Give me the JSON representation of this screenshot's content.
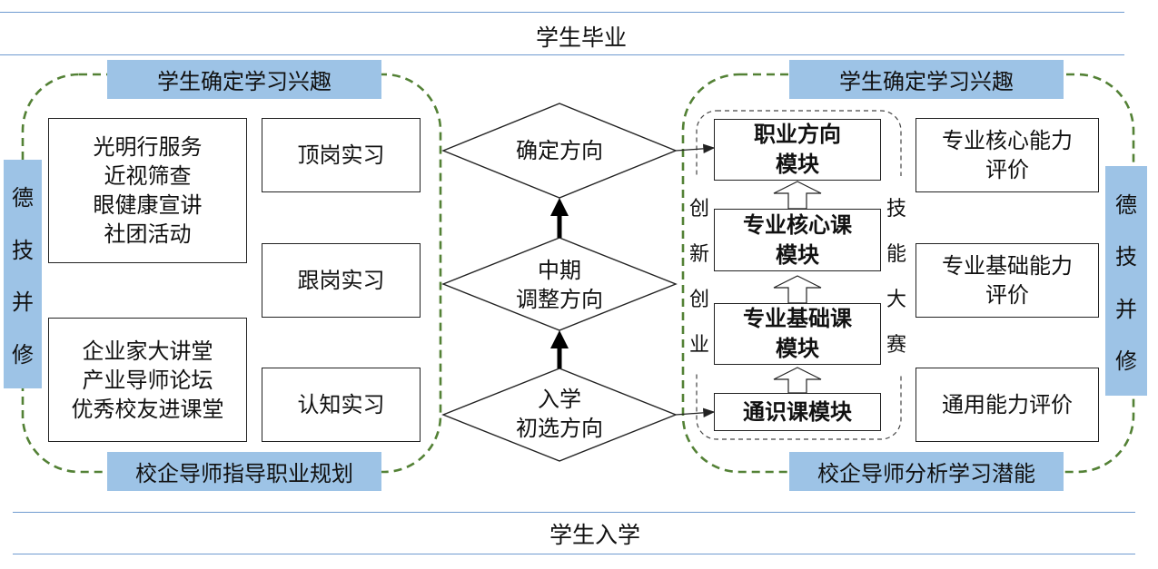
{
  "top_band": {
    "label": "学生毕业"
  },
  "bottom_band": {
    "label": "学生入学"
  },
  "left_panel": {
    "top_label": "学生确定学习兴趣",
    "bottom_label": "校企导师指导职业规划",
    "side_label": [
      "德",
      "技",
      "并",
      "修"
    ],
    "activities_1": [
      "光明行服务",
      "近视筛查",
      "眼健康宣讲",
      "社团活动"
    ],
    "activities_2": [
      "企业家大讲堂",
      "产业导师论坛",
      "优秀校友进课堂"
    ],
    "internships": [
      "顶岗实习",
      "跟岗实习",
      "认知实习"
    ]
  },
  "center": {
    "stages": [
      {
        "lines": [
          "确定方向"
        ]
      },
      {
        "lines": [
          "中期",
          "调整方向"
        ]
      },
      {
        "lines": [
          "入学",
          "初选方向"
        ]
      }
    ]
  },
  "right_panel": {
    "top_label": "学生确定学习兴趣",
    "bottom_label": "校企导师分析学习潜能",
    "side_label": [
      "德",
      "技",
      "并",
      "修"
    ],
    "left_vertical": [
      "创",
      "新",
      "创",
      "业"
    ],
    "right_vertical": [
      "技",
      "能",
      "大",
      "赛"
    ],
    "modules": [
      {
        "lines": [
          "职业方向",
          "模块"
        ]
      },
      {
        "lines": [
          "专业核心课",
          "模块"
        ]
      },
      {
        "lines": [
          "专业基础课",
          "模块"
        ]
      },
      {
        "lines": [
          "通识课模块"
        ]
      }
    ],
    "evaluations": [
      {
        "lines": [
          "专业核心能力",
          "评价"
        ]
      },
      {
        "lines": [
          "专业基础能力",
          "评价"
        ]
      },
      {
        "lines": [
          "通用能力评价"
        ]
      }
    ]
  },
  "colors": {
    "band_line": "#6f9bd0",
    "label_fill": "#9dc3e6",
    "dashed_border": "#538135",
    "box_stroke": "#222222"
  }
}
